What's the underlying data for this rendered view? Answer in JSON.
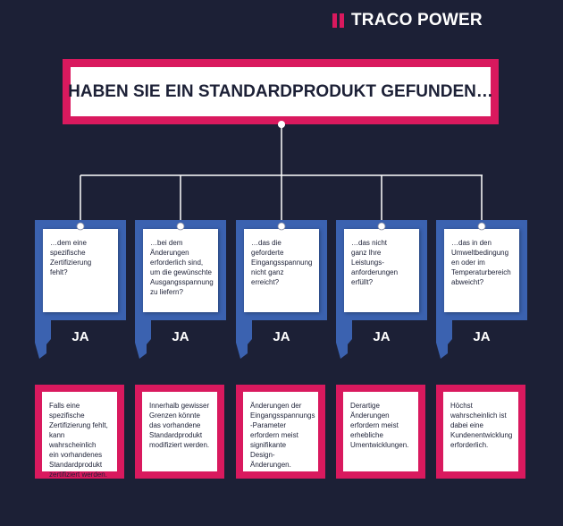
{
  "logo": {
    "text": "TRACO POWER"
  },
  "colors": {
    "background": "#1c2036",
    "accent": "#d9195e",
    "blue": "#3b62b0",
    "connector": "#ffffff"
  },
  "title": "HABEN SIE EIN STANDARDPRODUKT GEFUNDEN…",
  "columns": [
    {
      "question": "…dem eine\nspezifische\nZertifizierung\nfehlt?",
      "label": "JA",
      "answer": "Falls eine spezifische\nZertifizierung fehlt,\nkann wahrscheinlich\nein vorhandenes\nStandardprodukt\nzertifiziert werden."
    },
    {
      "question": "…bei dem\nÄnderungen\nerforderlich sind,\num die gewünschte\nAusgangsspannung\nzu liefern?",
      "label": "JA",
      "answer": "Innerhalb gewisser\nGrenzen könnte\ndas vorhandene\nStandardprodukt\nmodifiziert werden."
    },
    {
      "question": "…das die\ngeforderte\nEingangsspannung\nnicht ganz\nerreicht?",
      "label": "JA",
      "answer": "Änderungen der\nEingangsspannungs\n-Parameter\nerfordern meist\nsignifikante\nDesign-Änderungen."
    },
    {
      "question": "…das nicht\nganz Ihre Leistungs-\nanforderungen\nerfüllt?",
      "label": "JA",
      "answer": "Derartige\nÄnderungen\nerfordern meist\nerhebliche\nUmentwicklungen."
    },
    {
      "question": "…das in den\nUmweltbedingung\nen oder im\nTemperaturbereich\nabweicht?",
      "label": "JA",
      "answer": "Höchst\nwahrscheinlich ist\ndabei eine\nKundenentwicklung\nerforderlich."
    }
  ]
}
